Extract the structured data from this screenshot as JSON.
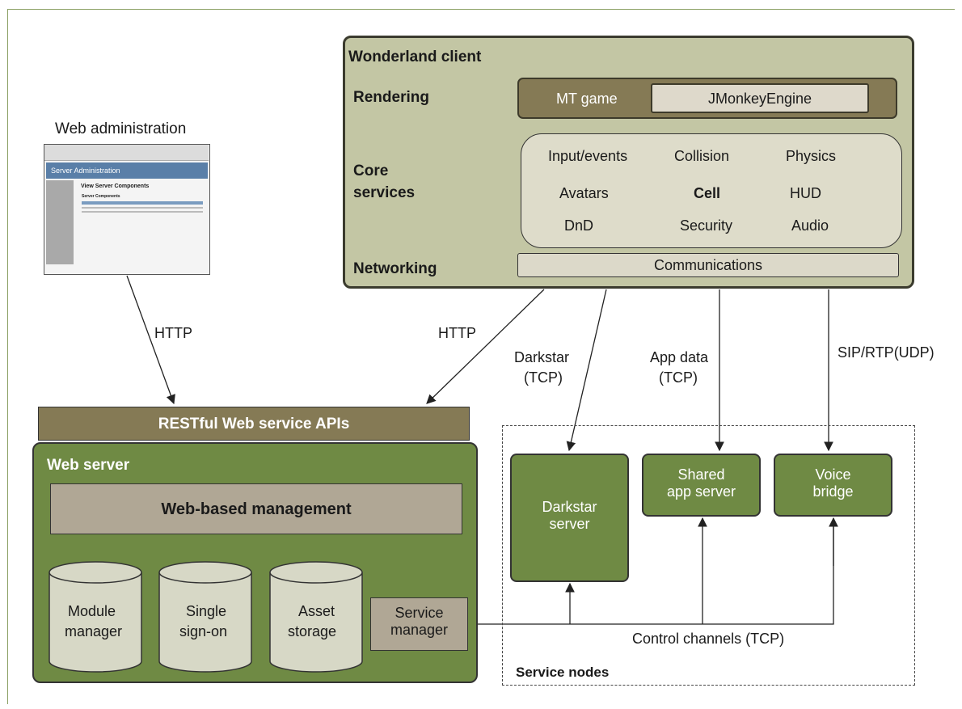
{
  "web_admin": {
    "title": "Web administration",
    "screenshot": {
      "header": "Server Administration",
      "heading": "View Server Components",
      "subheading": "Server Components"
    }
  },
  "client": {
    "title": "Wonderland client",
    "rendering_label": "Rendering",
    "mt_game": "MT game",
    "jme": "JMonkeyEngine",
    "core_label_1": "Core",
    "core_label_2": "services",
    "core_items": [
      "Input/events",
      "Collision",
      "Physics",
      "Avatars",
      "Cell",
      "HUD",
      "DnD",
      "Security",
      "Audio"
    ],
    "networking_label": "Networking",
    "communications": "Communications"
  },
  "edges": {
    "http_admin": "HTTP",
    "http_client": "HTTP",
    "darkstar_1": "Darkstar",
    "darkstar_2": "(TCP)",
    "app_data_1": "App data",
    "app_data_2": "(TCP)",
    "sip": "SIP/RTP(UDP)",
    "control": "Control channels (TCP)"
  },
  "rest": {
    "label": "RESTful Web service APIs"
  },
  "web_server": {
    "title": "Web server",
    "management": "Web-based management",
    "module_1": "Module",
    "module_2": "manager",
    "sso_1": "Single",
    "sso_2": "sign-on",
    "asset_1": "Asset",
    "asset_2": "storage",
    "service_mgr_1": "Service",
    "service_mgr_2": "manager"
  },
  "service_nodes": {
    "title": "Service nodes",
    "darkstar_1": "Darkstar",
    "darkstar_2": "server",
    "shared_1": "Shared",
    "shared_2": "app server",
    "voice_1": "Voice",
    "voice_2": "bridge"
  },
  "colors": {
    "olive_dark": "#857a55",
    "green": "#6f8a44",
    "client_bg": "#c3c6a4",
    "taupe": "#b0a795"
  }
}
